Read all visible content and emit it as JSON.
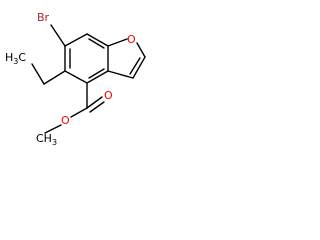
{
  "molecule": {
    "atoms": {
      "br": {
        "text": "Br",
        "color": "#a52a2a"
      },
      "o_ring": {
        "text": "O",
        "color": "#ff0000"
      },
      "o_carbonyl": {
        "text": "O",
        "color": "#ff0000"
      },
      "o_ester": {
        "text": "O",
        "color": "#ff0000"
      },
      "ethyl_ch3": {
        "text": "H",
        "subscript": "3",
        "suffix": "C",
        "color": "#000000"
      },
      "methyl": {
        "text": "CH",
        "subscript": "3",
        "color": "#000000"
      }
    }
  }
}
